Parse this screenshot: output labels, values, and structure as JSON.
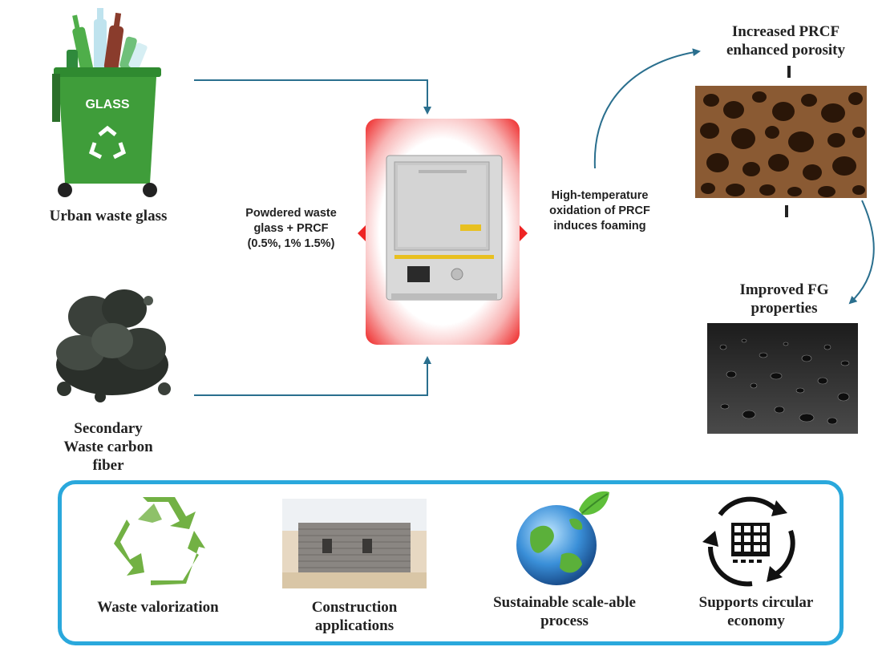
{
  "inputs": {
    "glass_bin": {
      "bin_text": "GLASS",
      "label": "Urban waste glass"
    },
    "carbon_fiber": {
      "label_lines": [
        "Secondary",
        "Waste carbon",
        "fiber"
      ]
    }
  },
  "process": {
    "input_label_lines": [
      "Powdered waste",
      "glass + PRCF",
      "(0.5%, 1% 1.5%)"
    ],
    "output_label_lines": [
      "High-temperature",
      "oxidation of PRCF",
      "induces foaming"
    ]
  },
  "results": {
    "porosity_label_lines": [
      "Increased PRCF",
      "enhanced porosity"
    ],
    "properties_label_lines": [
      "Improved FG",
      "properties"
    ]
  },
  "benefits": [
    {
      "icon": "recycle-icon",
      "label_lines": [
        "Waste valorization"
      ]
    },
    {
      "icon": "construction-photo",
      "label_lines": [
        "Construction",
        "applications"
      ]
    },
    {
      "icon": "globe-leaf-icon",
      "label_lines": [
        "Sustainable scale-able",
        "process"
      ]
    },
    {
      "icon": "circular-economy-icon",
      "label_lines": [
        "Supports circular",
        "economy"
      ]
    }
  ],
  "colors": {
    "arrow": "#2a6f8e",
    "bin_green": "#3f9d3a",
    "frame_blue": "#2aa8dc",
    "furnace_glow": "#ee2424",
    "recycle_green": "#72b144"
  }
}
